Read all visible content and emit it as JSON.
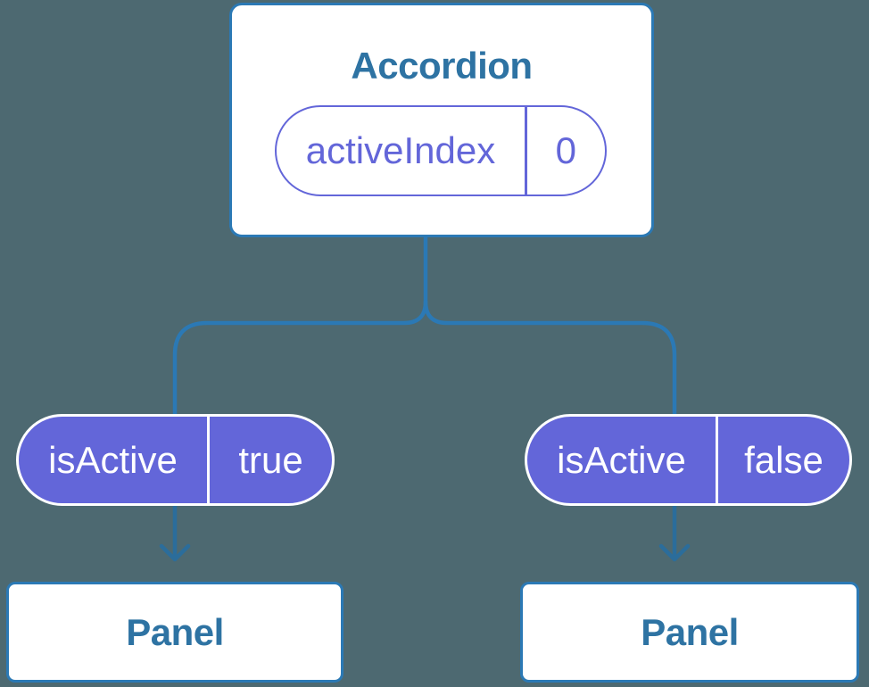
{
  "colors": {
    "bg": "#4d6971",
    "line": "#2b79b5",
    "arrow": "#2b6d9b",
    "node-border": "#2b79b5",
    "node-fill": "#ffffff",
    "node-text": "#2e73a3",
    "purple": "#6366d9",
    "pill-text": "#ffffff"
  },
  "tree": {
    "root": {
      "title": "Accordion",
      "state": {
        "name": "activeIndex",
        "value": "0"
      }
    },
    "children": [
      {
        "prop": {
          "name": "isActive",
          "value": "true"
        },
        "label": "Panel"
      },
      {
        "prop": {
          "name": "isActive",
          "value": "false"
        },
        "label": "Panel"
      }
    ]
  }
}
